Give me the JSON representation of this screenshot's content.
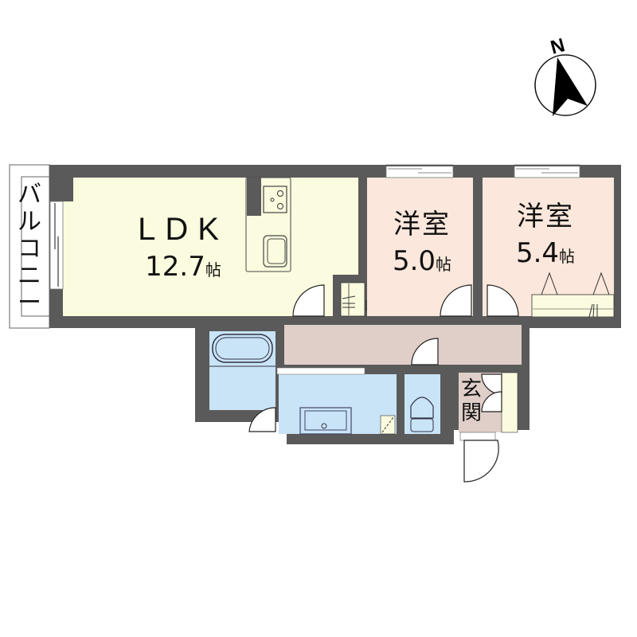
{
  "compass": {
    "label": "N",
    "icon": "north-arrow-icon"
  },
  "rooms": {
    "ldk": {
      "name": "LDK",
      "size": "12.7",
      "unit": "帖",
      "color": "#fbfbdf"
    },
    "western_room_1": {
      "name": "洋室",
      "size": "5.0",
      "unit": "帖",
      "color": "#fbe7db"
    },
    "western_room_2": {
      "name": "洋室",
      "size": "5.4",
      "unit": "帖",
      "color": "#fbe7db"
    },
    "entrance": {
      "name": "玄関",
      "color": "#e0cfc9"
    },
    "balcony": {
      "name": "バルコニー"
    },
    "hallway": {
      "color": "#e0cfc9"
    },
    "bathroom": {
      "color": "#c9e4f7"
    },
    "washroom": {
      "color": "#c9e4f7"
    },
    "toilet": {
      "color": "#c9e4f7"
    }
  },
  "colors": {
    "wall": "#5a5a5a",
    "outline": "#222222"
  }
}
